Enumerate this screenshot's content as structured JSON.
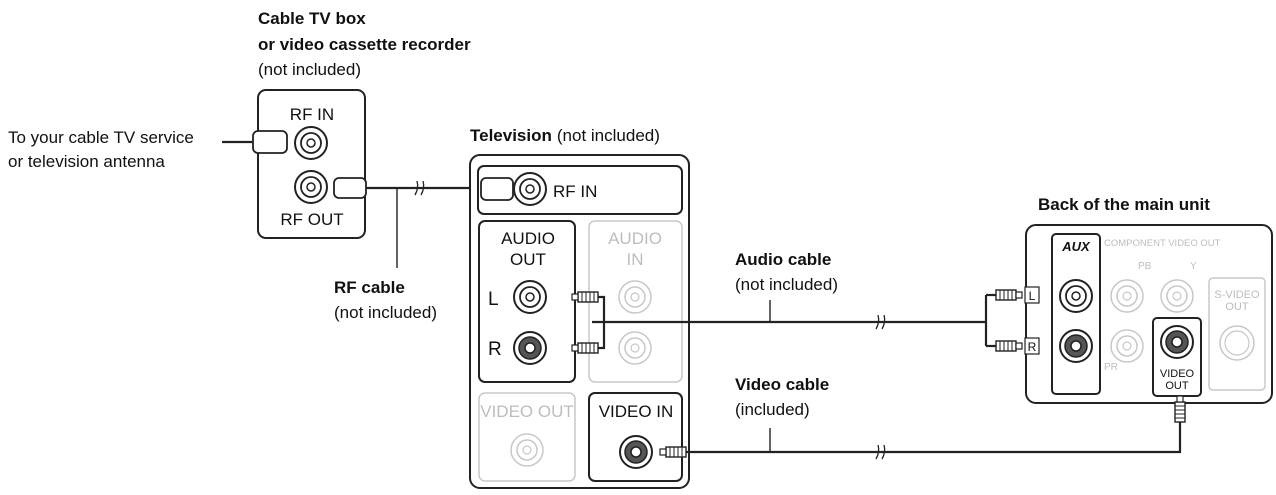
{
  "cable_box": {
    "title_line1": "Cable TV box",
    "title_line2": "or video cassette recorder",
    "note": "(not included)",
    "rf_in": "RF IN",
    "rf_out": "RF OUT"
  },
  "source": {
    "line1": "To your cable TV service",
    "line2": "or television antenna"
  },
  "rf_cable": {
    "title": "RF cable",
    "note": "(not included)"
  },
  "television": {
    "title": "Television",
    "note": "(not included)",
    "rf_in": "RF IN",
    "audio_out_line1": "AUDIO",
    "audio_out_line2": "OUT",
    "audio_in_line1": "AUDIO",
    "audio_in_line2": "IN",
    "left": "L",
    "right": "R",
    "video_out": "VIDEO OUT",
    "video_in": "VIDEO IN"
  },
  "audio_cable": {
    "title": "Audio cable",
    "note": "(not included)"
  },
  "video_cable": {
    "title": "Video cable",
    "note": "(included)"
  },
  "main_unit": {
    "title": "Back of the main unit",
    "aux": "AUX",
    "component_video_out": "COMPONENT VIDEO OUT",
    "pb": "PB",
    "pr": "PR",
    "y": "Y",
    "s_video_out_line1": "S-VIDEO",
    "s_video_out_line2": "OUT",
    "video_out_line1": "VIDEO",
    "video_out_line2": "OUT",
    "plug_l": "L",
    "plug_r": "R"
  },
  "colors": {
    "active": "#222222",
    "inactive": "#c8c8c8"
  }
}
